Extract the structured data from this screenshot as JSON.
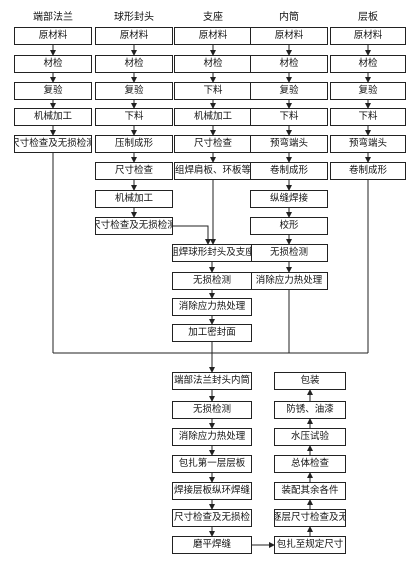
{
  "headers": {
    "flange": "端部法兰",
    "head": "球形封头",
    "support": "支座",
    "shell": "内筒",
    "plate": "层板"
  },
  "col_flange": [
    "原材料",
    "材检",
    "复验",
    "机械加工",
    "尺寸检查及无损检测"
  ],
  "col_head": [
    "原材料",
    "材检",
    "复验",
    "下料",
    "压制成形",
    "尺寸检查",
    "机械加工",
    "尺寸检查及无损检测"
  ],
  "col_support": [
    "原材料",
    "材检",
    "下料",
    "机械加工",
    "尺寸检查",
    "组焊肩板、环板等"
  ],
  "col_shell": [
    "原材料",
    "材检",
    "复验",
    "下料",
    "预弯端头",
    "卷制成形",
    "纵缝焊接",
    "校形",
    "无损检测",
    "消除应力热处理"
  ],
  "col_plate": [
    "原材料",
    "材检",
    "复验",
    "下料",
    "预弯端头",
    "卷制成形"
  ],
  "mid_chain": [
    "组焊球形封头及支座",
    "无损检测",
    "消除应力热处理",
    "加工密封面"
  ],
  "final_left": [
    "端部法兰封头内筒",
    "无损检测",
    "消除应力热处理",
    "包扎第一层层板",
    "焊接层板纵环焊缝",
    "尺寸检查及无损检",
    "磨平焊缝"
  ],
  "final_right": [
    "包装",
    "防锈、油漆",
    "水压试验",
    "总体检查",
    "装配其余各件",
    "逐层尺寸检查及无",
    "包扎至规定尺寸"
  ]
}
